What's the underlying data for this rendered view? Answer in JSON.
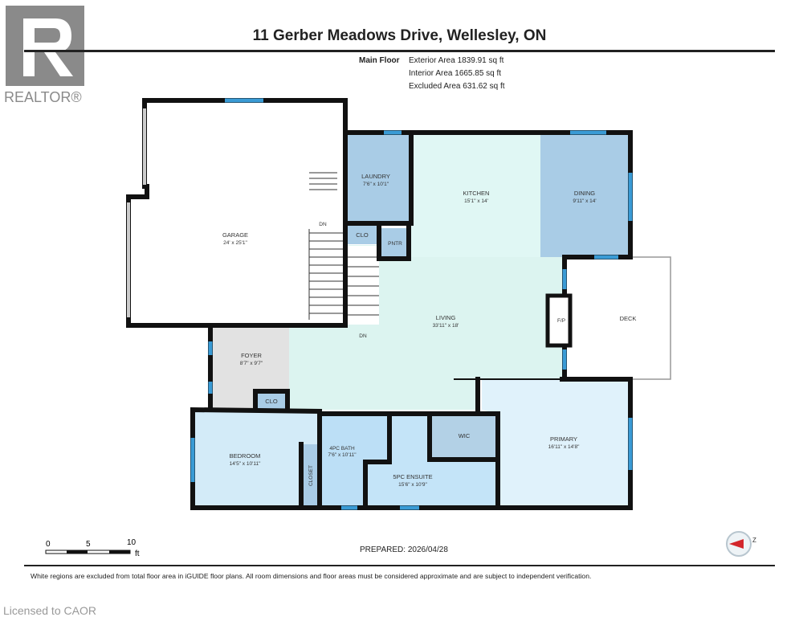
{
  "logo": {
    "text": "REALTOR®",
    "color": "#8a8a8a"
  },
  "title": "11 Gerber Meadows Drive, Wellesley, ON",
  "areas": {
    "floor_label": "Main Floor",
    "exterior": "Exterior Area 1839.91 sq ft",
    "interior": "Interior Area 1665.85 sq ft",
    "excluded": "Excluded Area 631.62 sq ft"
  },
  "rooms": {
    "garage": {
      "name": "GARAGE",
      "dims": "24' x 25'1\""
    },
    "laundry": {
      "name": "LAUNDRY",
      "dims": "7'6\" x 10'1\""
    },
    "kitchen": {
      "name": "KITCHEN",
      "dims": "15'1\" x 14'"
    },
    "dining": {
      "name": "DINING",
      "dims": "9'11\" x 14'"
    },
    "clo1": {
      "name": "CLO"
    },
    "pntr": {
      "name": "PNTR"
    },
    "living": {
      "name": "LIVING",
      "dims": "33'11\" x 18'"
    },
    "fp": {
      "name": "F/P"
    },
    "deck": {
      "name": "DECK"
    },
    "foyer": {
      "name": "FOYER",
      "dims": "8'7\" x 9'7\""
    },
    "clo2": {
      "name": "CLO"
    },
    "bedroom": {
      "name": "BEDROOM",
      "dims": "14'5\" x 10'11\""
    },
    "closet": {
      "name": "CLOSET"
    },
    "bath4": {
      "name": "4PC BATH",
      "dims": "7'6\" x 10'11\""
    },
    "wic": {
      "name": "WIC"
    },
    "ensuite": {
      "name": "5PC ENSUITE",
      "dims": "15'6\" x 10'9\""
    },
    "primary": {
      "name": "PRIMARY",
      "dims": "16'11\" x 14'8\""
    },
    "dn1": "DN",
    "dn2": "DN"
  },
  "colors": {
    "wall": "#111111",
    "window": "#3a9bd5",
    "blue_room": "#a9cce6",
    "light_room": "#dff4f4",
    "gray_room": "#e2e2e2"
  },
  "scale": {
    "labels": [
      "0",
      "5",
      "10"
    ],
    "unit": "ft"
  },
  "prepared": "PREPARED: 2026/04/28",
  "disclaimer": "White regions are excluded from total floor area in iGUIDE floor plans. All room dimensions and floor areas must be considered approximate and are subject to independent verification.",
  "licensed": "Licensed to CAOR"
}
